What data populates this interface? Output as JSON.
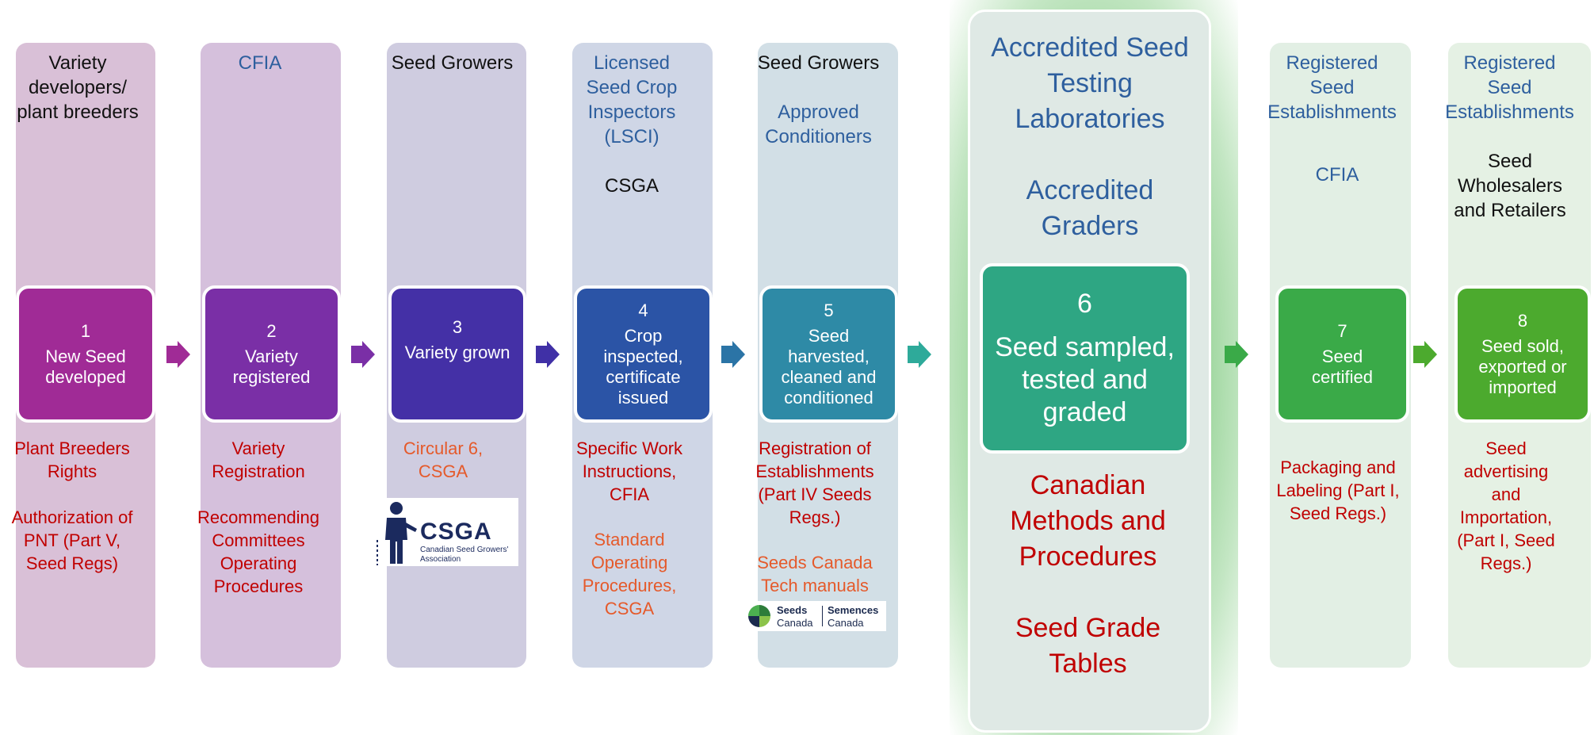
{
  "columns": [
    {
      "header": [
        "Variety developers/",
        "plant breeders"
      ],
      "step_number": "1",
      "step_text": [
        "New Seed",
        "developed"
      ],
      "references": [
        "Plant Breeders Rights",
        "",
        "Authorization of PNT (Part V, Seed Regs)"
      ]
    },
    {
      "header": "CFIA",
      "step_number": "2",
      "step_text": [
        "Variety",
        "registered"
      ],
      "references": [
        "Variety Registration",
        "",
        "Recommending Committees Operating Procedures"
      ]
    },
    {
      "header": "Seed Growers",
      "step_number": "3",
      "step_text": [
        "Variety grown"
      ],
      "references": [
        "Circular 6, CSGA"
      ],
      "logo": {
        "name": "CSGA",
        "subtitle": "Canadian Seed Growers' Association"
      }
    },
    {
      "header": [
        "Licensed Seed Crop Inspectors (LSCI)",
        "CSGA"
      ],
      "step_number": "4",
      "step_text": [
        "Crop",
        "inspected,",
        "certificate",
        "issued"
      ],
      "references": [
        "Specific Work Instructions, CFIA",
        "Standard Operating Procedures, CSGA"
      ]
    },
    {
      "header": [
        "Seed Growers",
        "Approved Conditioners"
      ],
      "step_number": "5",
      "step_text": [
        "Seed",
        "harvested,",
        "cleaned and",
        "conditioned"
      ],
      "references": [
        "Registration of Establishments (Part IV Seeds Regs.)",
        "Seeds Canada Tech manuals"
      ],
      "logo": {
        "left": "Seeds",
        "left2": "Canada",
        "right": "Semences",
        "right2": "Canada"
      }
    },
    {
      "header": [
        "Accredited Seed Testing Laboratories",
        "Accredited Graders"
      ],
      "step_number": "6",
      "step_text": [
        "Seed sampled,",
        "tested and",
        "graded"
      ],
      "references": [
        "Canadian Methods and Procedures",
        "Seed Grade Tables"
      ]
    },
    {
      "header": [
        "Registered Seed Establishments",
        "CFIA"
      ],
      "step_number": "7",
      "step_text": [
        "Seed",
        "certified"
      ],
      "references": [
        "Packaging and Labeling (Part I, Seed Regs.)"
      ]
    },
    {
      "header": [
        "Registered Seed Establishments",
        "Seed Wholesalers and Retailers"
      ],
      "step_number": "8",
      "step_text": [
        "Seed sold,",
        "exported or",
        "imported"
      ],
      "references": [
        "Seed advertising and Importation, (Part I, Seed Regs.)"
      ]
    }
  ],
  "colors": {
    "col_bg": [
      "#d9c0d7",
      "#d5c0dc",
      "#cfcce0",
      "#cfd6e6",
      "#d2dfe6",
      "#dfe9e5",
      "#e2efe4",
      "#e5f1e4"
    ],
    "box_bg": [
      "#a02b96",
      "#7a2fa6",
      "#4430a6",
      "#2b54a6",
      "#2e8aa6",
      "#2ea683",
      "#3aaa48",
      "#4caa2e"
    ],
    "arrows": [
      "#a02b96",
      "#7a2fa6",
      "#4030a6",
      "#2b74a6",
      "#2eaa9a",
      "#3aaa48",
      "#4caa2e"
    ],
    "highlight_glow": "#8bcf8b"
  }
}
